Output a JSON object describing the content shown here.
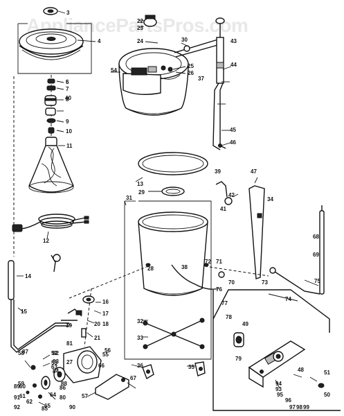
{
  "watermark": "AppliancePartsPros.com",
  "callouts": [
    "3",
    "4",
    "5",
    "6",
    "7",
    "8",
    "9",
    "10",
    "11",
    "12",
    "13",
    "14",
    "15",
    "16",
    "17",
    "18",
    "19",
    "20",
    "21",
    "22",
    "23",
    "24",
    "25",
    "26",
    "27",
    "28",
    "29",
    "30",
    "31",
    "32",
    "33",
    "34",
    "35",
    "36",
    "37",
    "38",
    "39",
    "40",
    "41",
    "42",
    "43",
    "44",
    "45",
    "46",
    "47",
    "48",
    "49",
    "50",
    "51",
    "52",
    "53",
    "54",
    "55",
    "56",
    "57",
    "58",
    "59",
    "60",
    "61",
    "62",
    "63",
    "64",
    "65",
    "66",
    "67",
    "68",
    "69",
    "70",
    "71",
    "72",
    "73",
    "74",
    "75",
    "76",
    "77",
    "78",
    "79",
    "80",
    "81",
    "82",
    "83",
    "84",
    "85",
    "86",
    "87",
    "88",
    "89",
    "90",
    "91",
    "92",
    "93",
    "94",
    "95",
    "96",
    "97",
    "98",
    "99"
  ]
}
